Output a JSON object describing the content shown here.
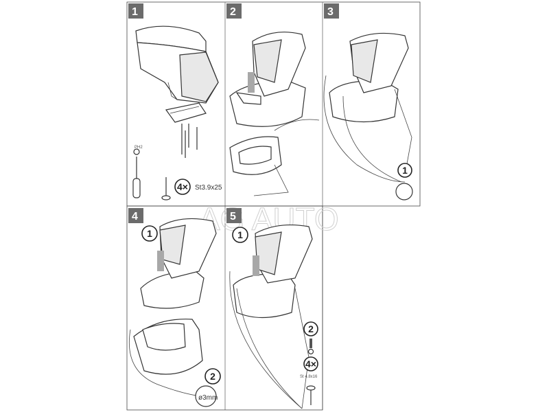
{
  "watermark": "AG AUTO",
  "panels": [
    {
      "number": "1",
      "tool_label": "PH2",
      "quantity": "4×",
      "screw_spec": "St3.9x25"
    },
    {
      "number": "2"
    },
    {
      "number": "3",
      "step": "1"
    },
    {
      "number": "4",
      "step1": "1",
      "step2": "2",
      "drill_size": "ø3mm"
    },
    {
      "number": "5",
      "step1": "1",
      "step2": "2",
      "quantity": "4×",
      "screw_spec": "St 4.8x16"
    }
  ],
  "colors": {
    "badge": "#6b6b6b",
    "border": "#888888",
    "arrow": "#9a9a9a"
  }
}
